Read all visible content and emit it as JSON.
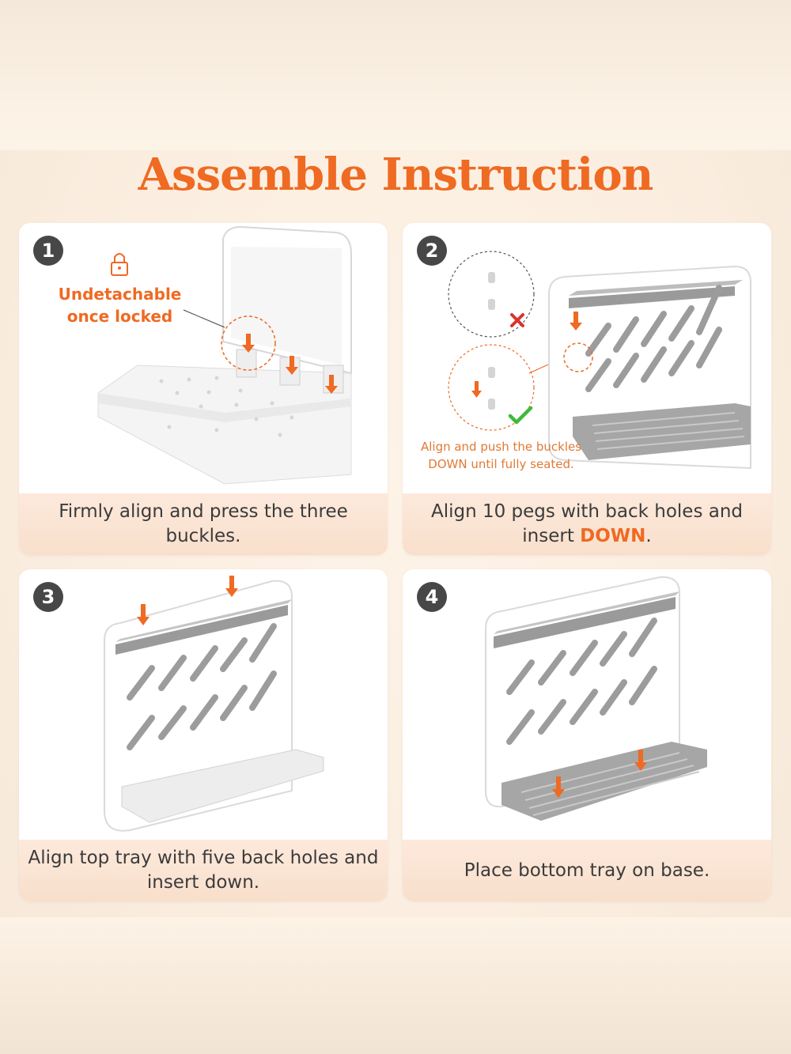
{
  "title": "Assemble Instruction",
  "colors": {
    "accent": "#ef6a22",
    "badge": "#474747",
    "caption_bg": "#f9e2d0"
  },
  "steps": [
    {
      "number": "1",
      "caption": "Firmly align and press the three buckles.",
      "note_line1": "Undetachable",
      "note_line2": "once locked",
      "icon": "lock-icon"
    },
    {
      "number": "2",
      "caption_pre": "Align 10 pegs with back holes and insert ",
      "caption_highlight": "DOWN",
      "caption_post": ".",
      "note_line1": "Align and push the buckles",
      "note_line2": "DOWN until fully seated.",
      "wrong_icon": "cross-icon",
      "right_icon": "check-icon"
    },
    {
      "number": "3",
      "caption": "Align top tray with five back holes and insert down."
    },
    {
      "number": "4",
      "caption": "Place bottom tray on base."
    }
  ]
}
